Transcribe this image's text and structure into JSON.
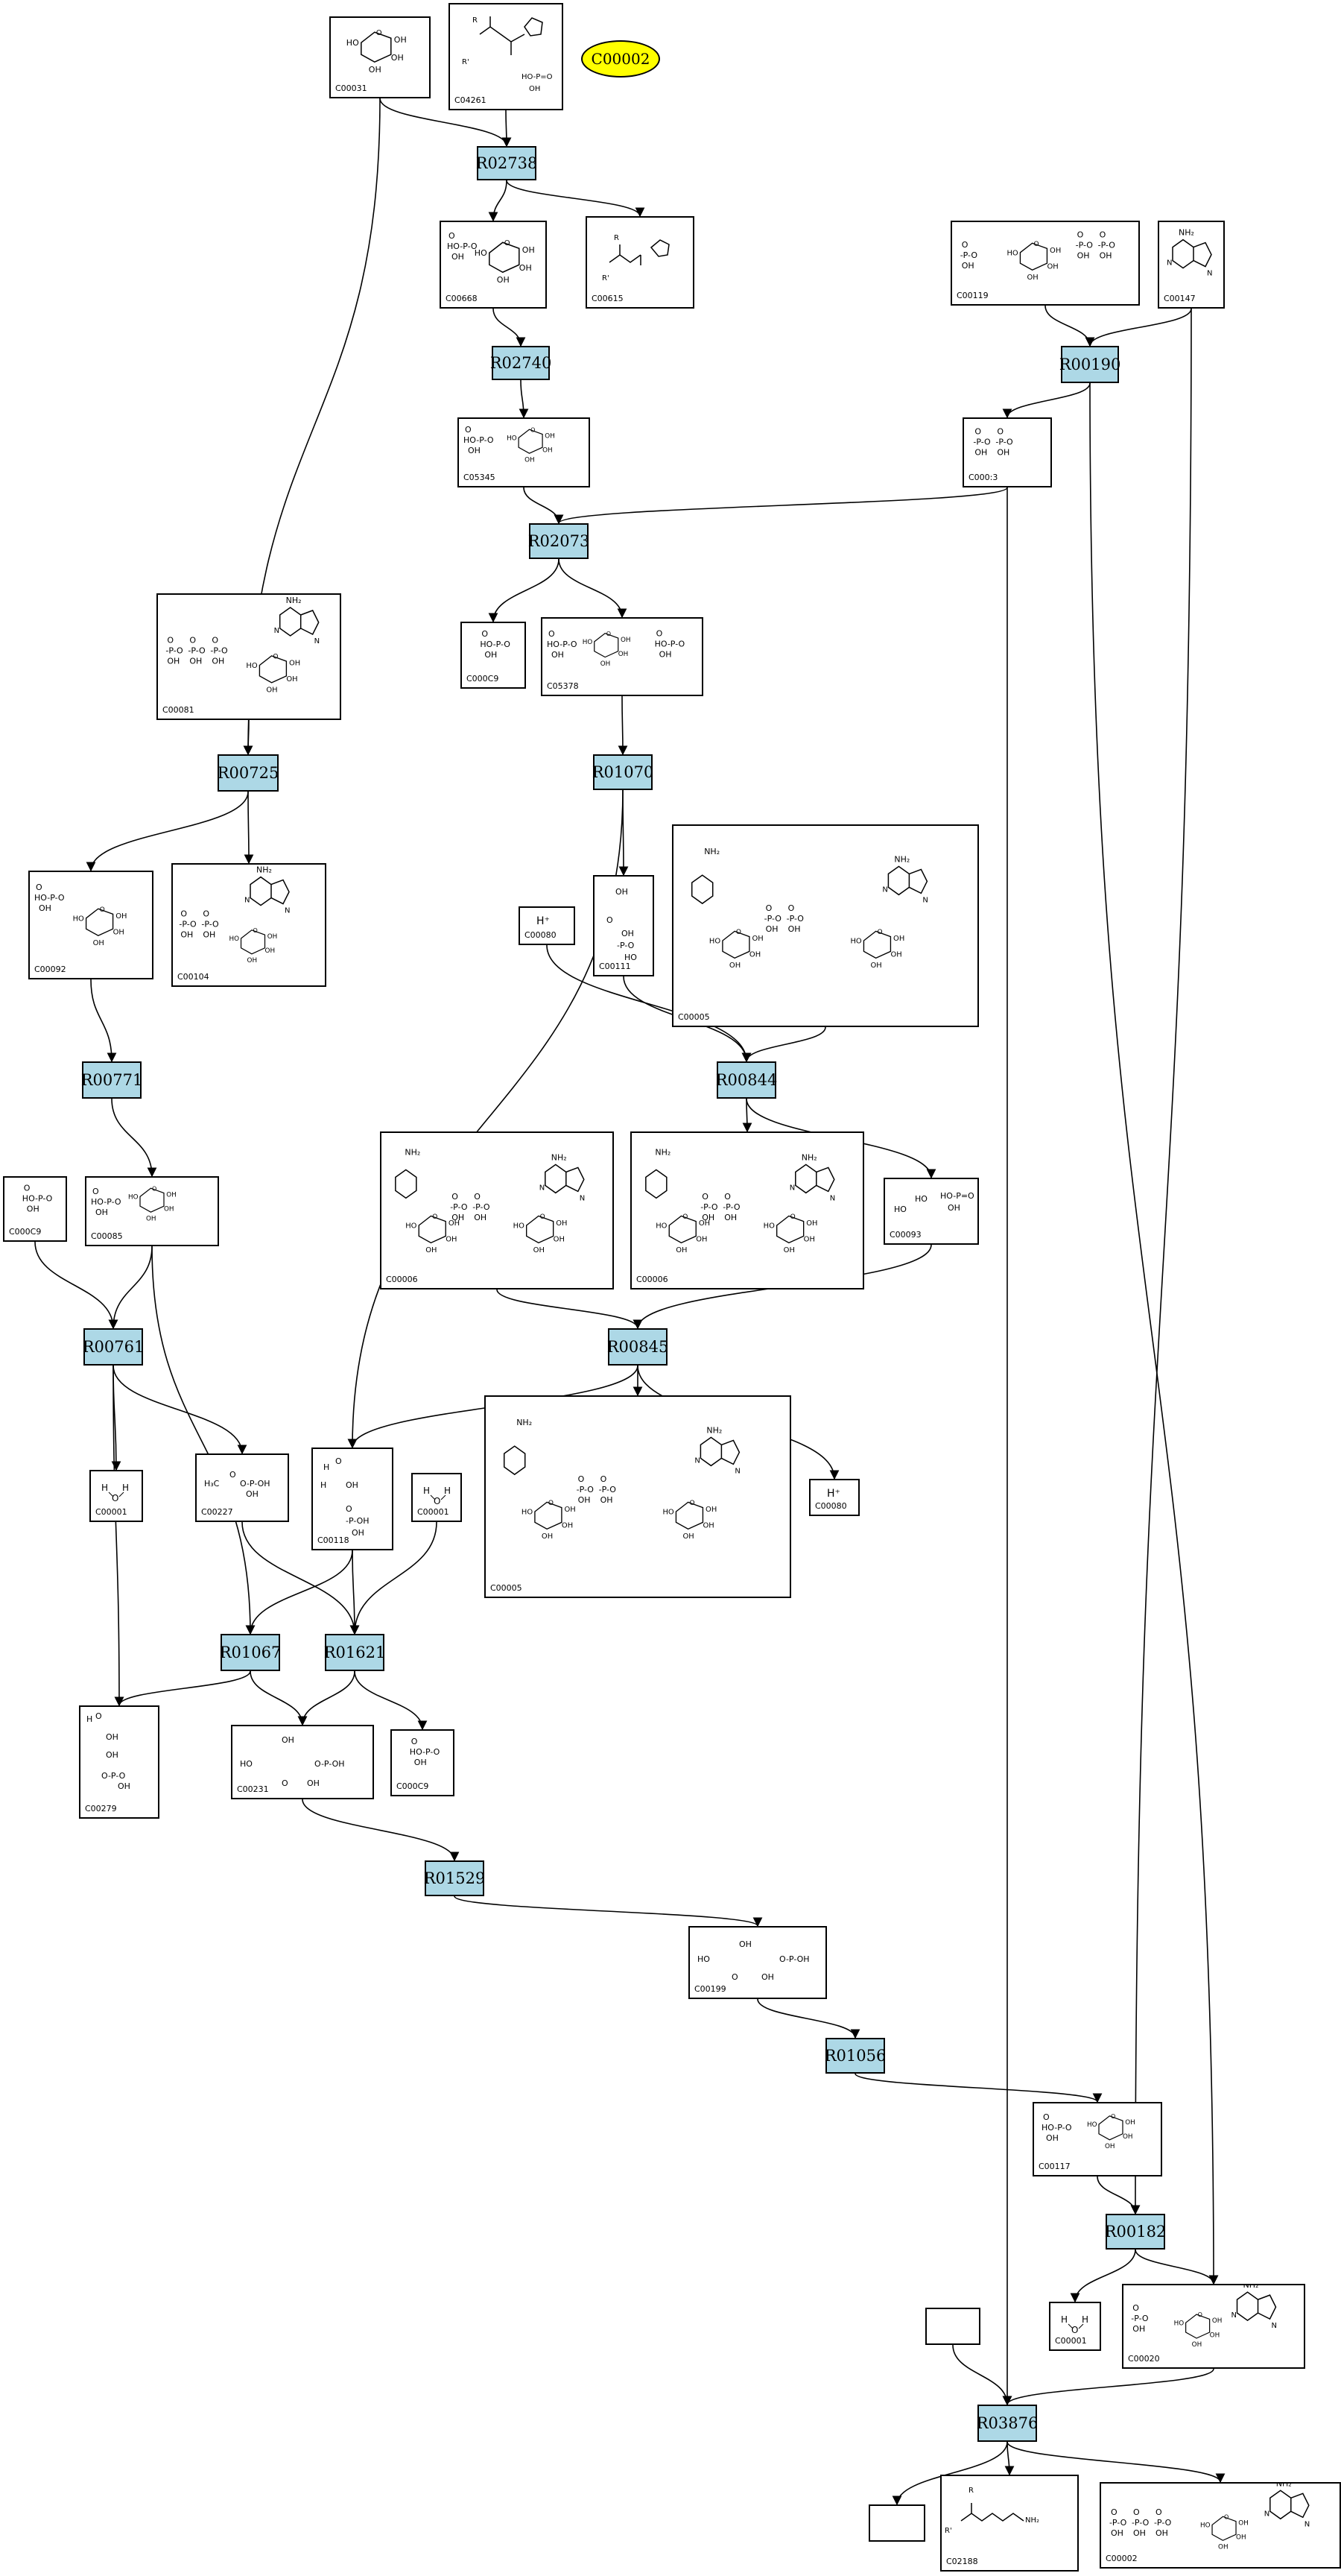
{
  "highlight": {
    "id": "C00002",
    "color": "#ffff00"
  },
  "reaction_color": "#add8e6",
  "reactions": [
    {
      "id": "R02738"
    },
    {
      "id": "R02740"
    },
    {
      "id": "R00190"
    },
    {
      "id": "R02073"
    },
    {
      "id": "R00725"
    },
    {
      "id": "R01070"
    },
    {
      "id": "R00771"
    },
    {
      "id": "R00844"
    },
    {
      "id": "R00761"
    },
    {
      "id": "R00845"
    },
    {
      "id": "R01067"
    },
    {
      "id": "R01621"
    },
    {
      "id": "R01529"
    },
    {
      "id": "R01056"
    },
    {
      "id": "R00182"
    },
    {
      "id": "R03876"
    }
  ],
  "compounds": [
    {
      "key": "C00031",
      "label": "C00031"
    },
    {
      "key": "C04261",
      "label": "C04261"
    },
    {
      "key": "C00668",
      "label": "C00668"
    },
    {
      "key": "C00615",
      "label": "C00615"
    },
    {
      "key": "C00119",
      "label": "C00119"
    },
    {
      "key": "C00147",
      "label": "C00147"
    },
    {
      "key": "C05345",
      "label": "C05345"
    },
    {
      "key": "C00013",
      "label": "C000:3"
    },
    {
      "key": "C00081",
      "label": "C00081"
    },
    {
      "key": "C00009a",
      "label": "C000C9"
    },
    {
      "key": "C05378",
      "label": "C05378"
    },
    {
      "key": "C00092",
      "label": "C00092"
    },
    {
      "key": "C00104",
      "label": "C00104"
    },
    {
      "key": "C00080a",
      "label": "C00080",
      "text": "H⁺"
    },
    {
      "key": "C00111",
      "label": "C00111"
    },
    {
      "key": "C00005a",
      "label": "C00005"
    },
    {
      "key": "C00009b",
      "label": "C000C9"
    },
    {
      "key": "C00085",
      "label": "C00085"
    },
    {
      "key": "C00006a",
      "label": "C00006"
    },
    {
      "key": "C00006b",
      "label": "C00006"
    },
    {
      "key": "C00093",
      "label": "C00093"
    },
    {
      "key": "C00001a",
      "label": "C00001"
    },
    {
      "key": "C00227",
      "label": "C00227"
    },
    {
      "key": "C00118",
      "label": "C00118"
    },
    {
      "key": "C00001b",
      "label": "C00001"
    },
    {
      "key": "C00005b",
      "label": "C00005"
    },
    {
      "key": "C00080b",
      "label": "C00080",
      "text": "H⁺"
    },
    {
      "key": "C00279",
      "label": "C00279"
    },
    {
      "key": "C00231",
      "label": "C00231"
    },
    {
      "key": "C00009c",
      "label": "C000C9"
    },
    {
      "key": "C00199",
      "label": "C00199"
    },
    {
      "key": "C00117",
      "label": "C00117"
    },
    {
      "key": "C00001c",
      "label": "C00001"
    },
    {
      "key": "C00020",
      "label": "C00020"
    },
    {
      "key": "blank1",
      "label": ""
    },
    {
      "key": "blank2",
      "label": ""
    },
    {
      "key": "C02188",
      "label": "C02188"
    },
    {
      "key": "C00002",
      "label": "C00002"
    }
  ]
}
